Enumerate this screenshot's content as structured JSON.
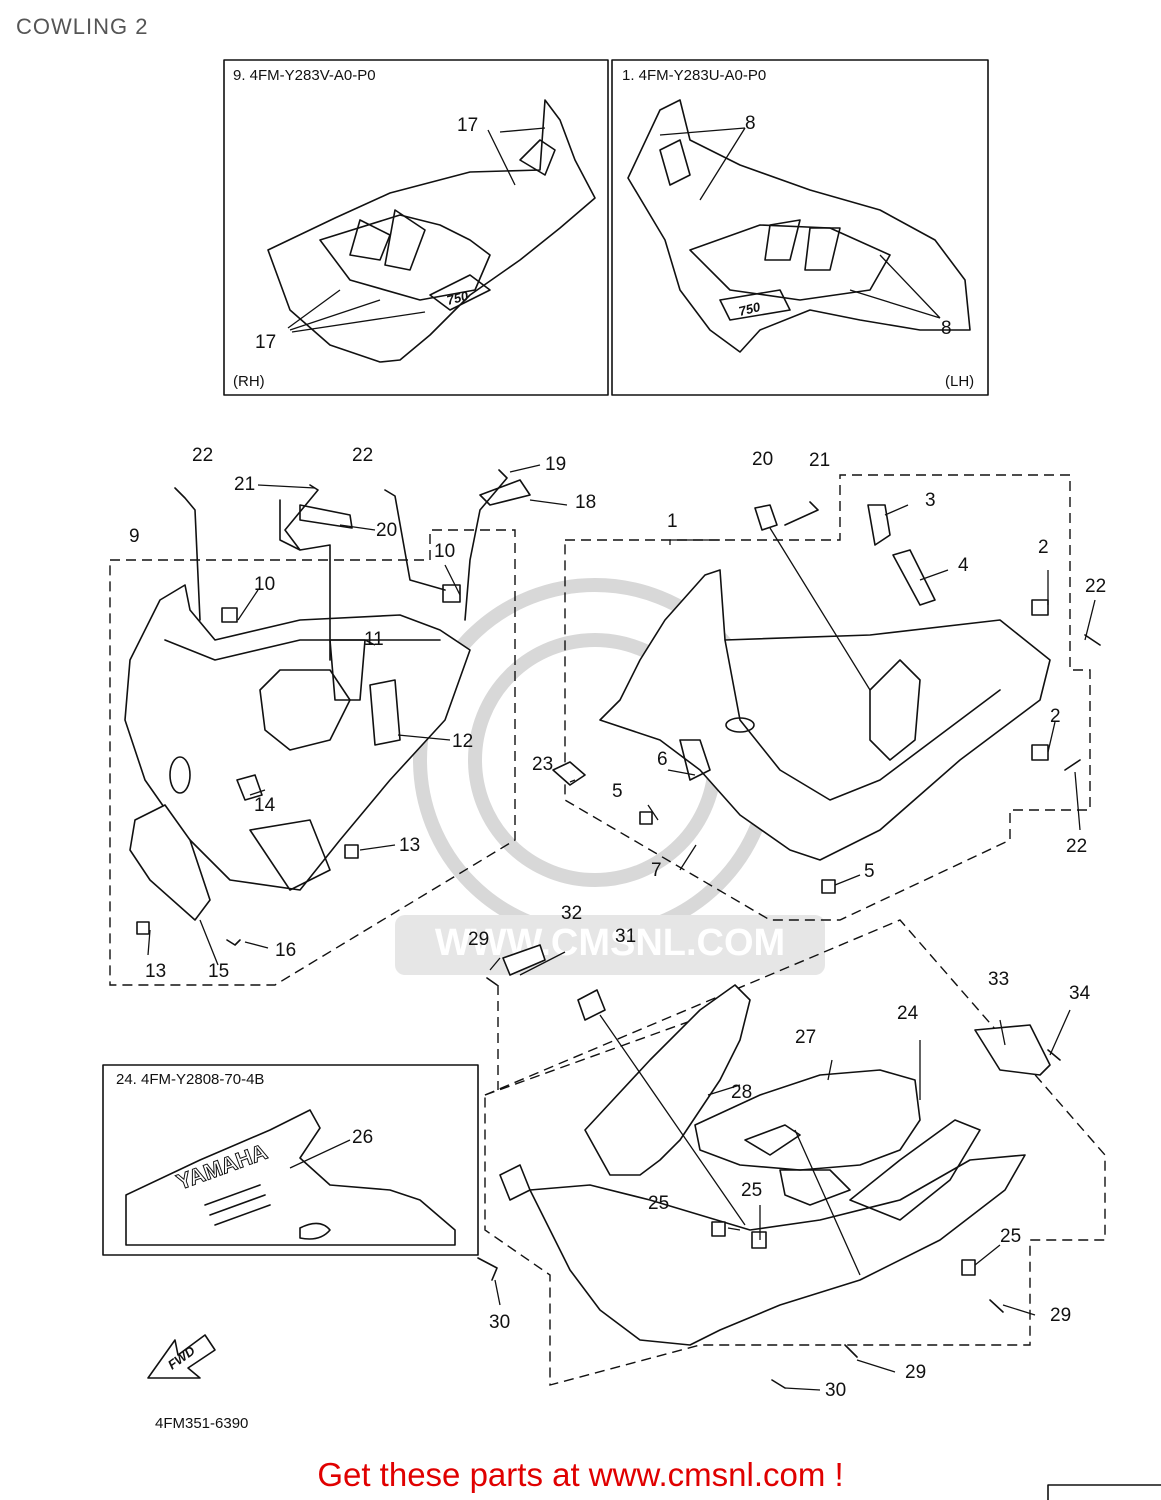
{
  "title": "COWLING 2",
  "boxes": {
    "rh": {
      "header": "9. 4FM-Y283V-A0-P0",
      "side": "(RH)",
      "decal_label": "750"
    },
    "lh": {
      "header": "1. 4FM-Y283U-A0-P0",
      "side": "(LH)",
      "decal_label": "750"
    },
    "under": {
      "header": "24. 4FM-Y2808-70-4B",
      "decal_label": "YAMAHA"
    }
  },
  "callouts": [
    "1",
    "2",
    "3",
    "4",
    "5",
    "6",
    "7",
    "8",
    "9",
    "10",
    "11",
    "12",
    "13",
    "14",
    "15",
    "16",
    "17",
    "18",
    "19",
    "20",
    "21",
    "22",
    "23",
    "24",
    "25",
    "26",
    "27",
    "28",
    "29",
    "30",
    "31",
    "32",
    "33",
    "34"
  ],
  "fwd_label": "FWD",
  "diagram_code": "4FM351-6390",
  "watermark": "WWW.CMSNL.COM",
  "cta": "Get these parts at www.cmsnl.com !"
}
